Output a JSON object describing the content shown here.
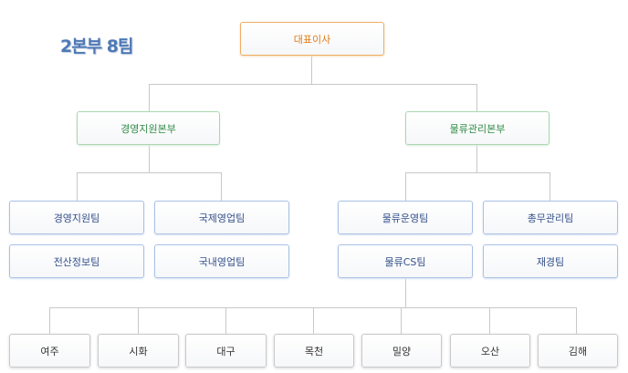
{
  "summary": "2본부 8팀",
  "ceo": "대표이사",
  "divisions": [
    "경영지원본부",
    "물류관리본부"
  ],
  "teams": {
    "management": [
      "경영지원팀",
      "국제영업팀",
      "전산정보팀",
      "국내영업팀"
    ],
    "logistics": [
      "물류운영팀",
      "총무관리팀",
      "물류CS팀",
      "재경팀"
    ]
  },
  "branches": [
    "여주",
    "시화",
    "대구",
    "목천",
    "밀양",
    "오산",
    "김해"
  ],
  "colors": {
    "ceo": "#e07d16",
    "division": "#2f8b45",
    "team": "#34508a",
    "summary": "#4f79b5"
  }
}
